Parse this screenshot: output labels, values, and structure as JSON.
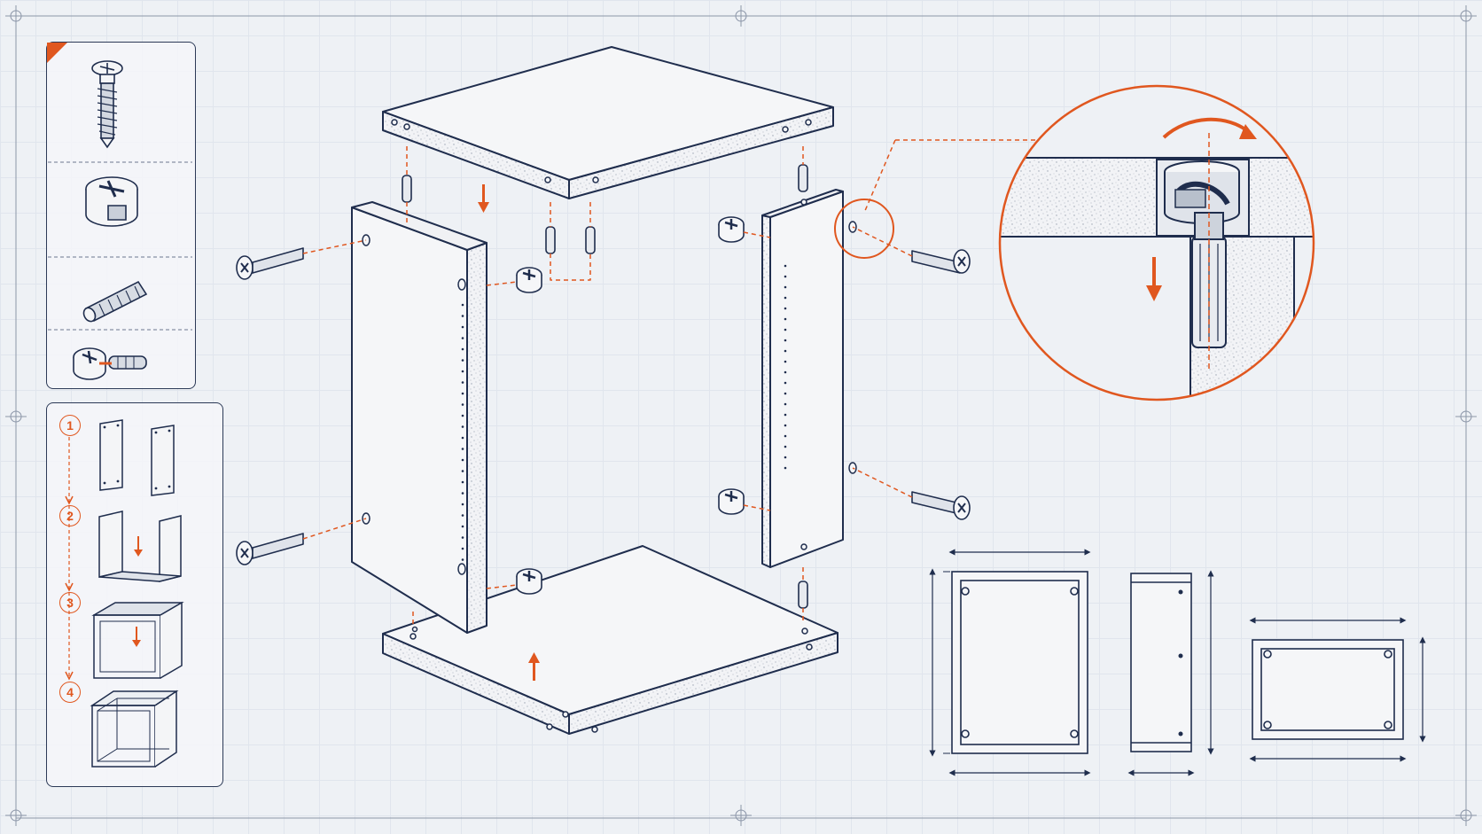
{
  "diagram": {
    "colors": {
      "ink": "#1f2d4d",
      "accent": "#e0571f",
      "paper": "#eef1f5",
      "board": "#f4f5f7",
      "speckle": "#b9bfca"
    },
    "parts_legend": {
      "items": [
        {
          "icon": "screw-icon"
        },
        {
          "icon": "cam-lock-icon"
        },
        {
          "icon": "dowel-icon"
        },
        {
          "icon": "cam-and-dowel-icon"
        }
      ]
    },
    "assembly_steps": [
      {
        "number": "1",
        "icon": "side-panels-icon"
      },
      {
        "number": "2",
        "icon": "u-frame-icon"
      },
      {
        "number": "3",
        "icon": "frame-with-top-icon"
      },
      {
        "number": "4",
        "icon": "finished-box-icon"
      }
    ],
    "exploded_view": {
      "parts": [
        "top-panel",
        "bottom-panel",
        "left-side-panel",
        "right-side-panel",
        "screws",
        "cam-locks",
        "dowels"
      ]
    },
    "detail_view": {
      "icon": "cam-lock-detail-icon"
    },
    "orthographic_views": [
      "front-view",
      "side-view",
      "top-view"
    ]
  }
}
